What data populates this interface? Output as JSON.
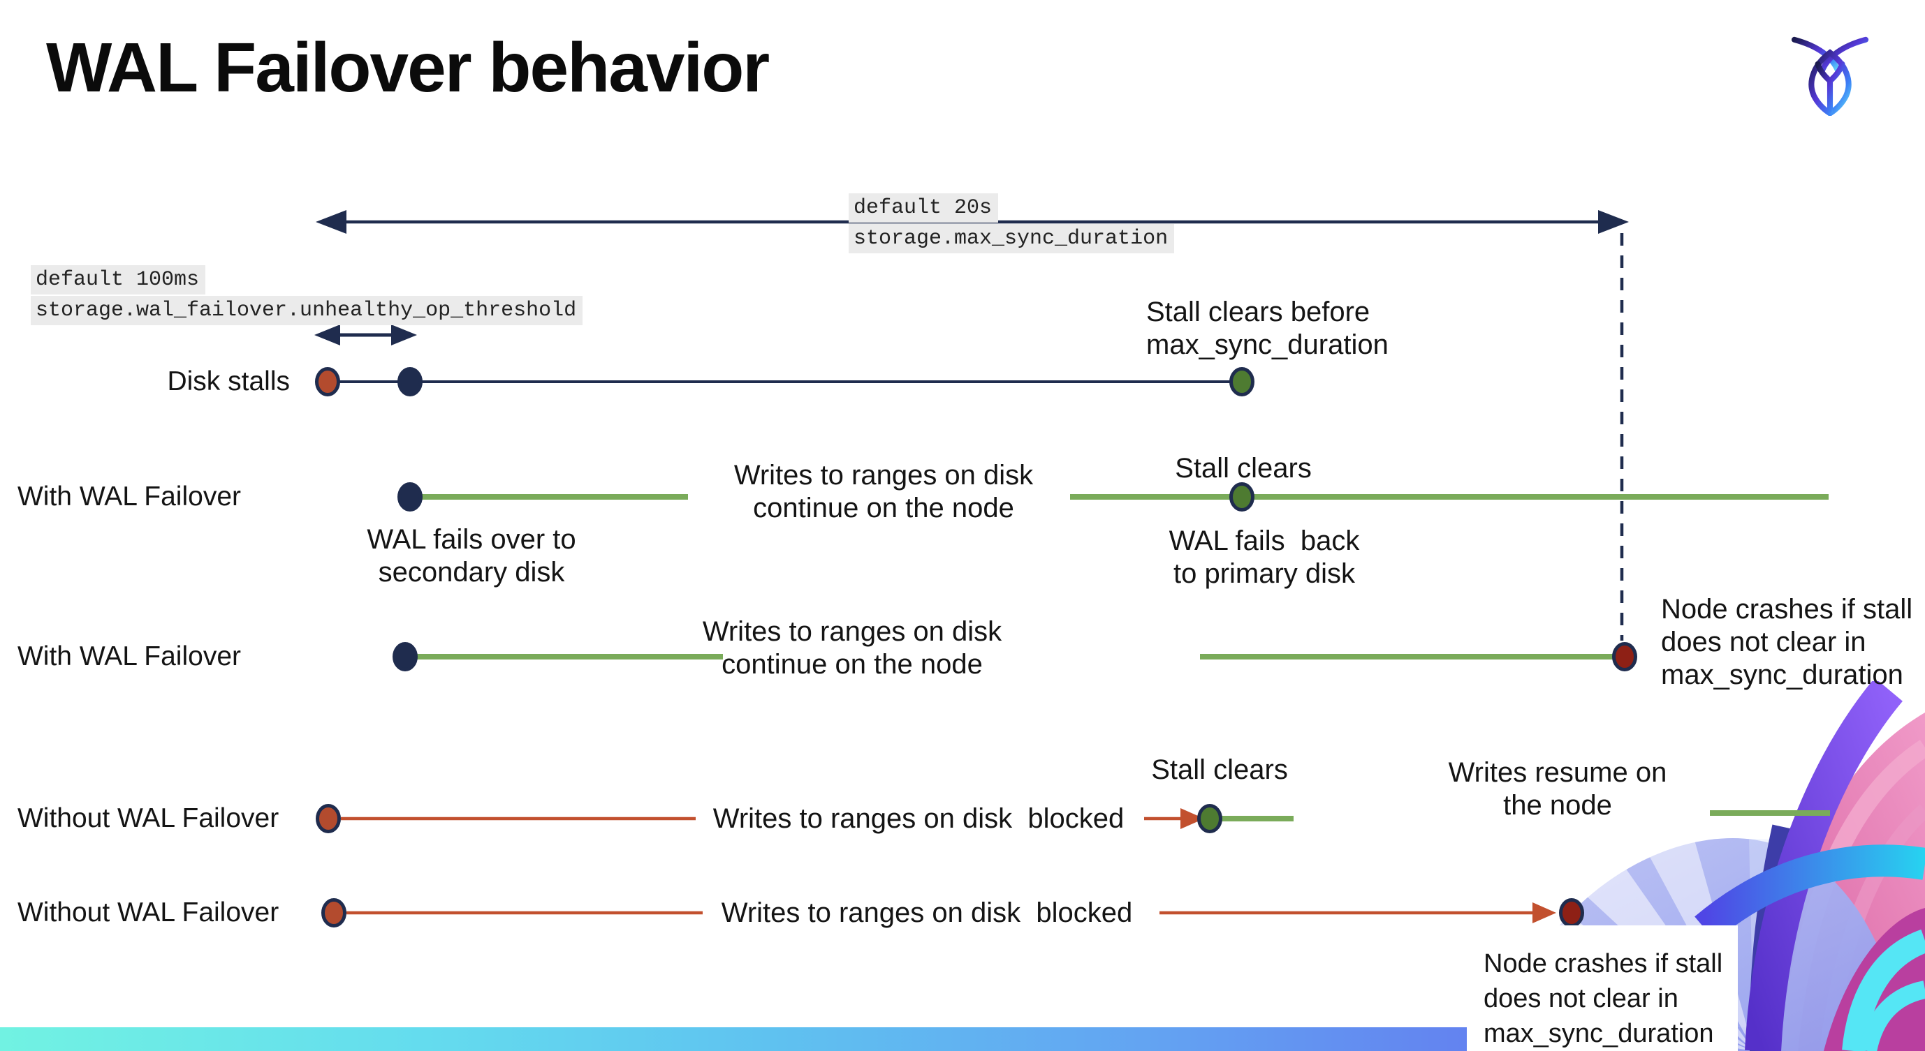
{
  "title": "WAL Failover behavior",
  "logo": {
    "name": "cockroachdb-logo"
  },
  "config_labels": {
    "max_sync_duration": {
      "line1": "default 20s",
      "line2": "storage.max_sync_duration"
    },
    "unhealthy_op_threshold": {
      "line1": "default 100ms",
      "line2": "storage.wal_failover.unhealthy_op_threshold"
    }
  },
  "rows": {
    "disk_stalls": {
      "label": "Disk stalls"
    },
    "with_wal_failover_1": {
      "label": "With WAL Failover"
    },
    "with_wal_failover_2": {
      "label": "With WAL Failover"
    },
    "without_wal_failover_1": {
      "label": "Without WAL Failover"
    },
    "without_wal_failover_2": {
      "label": "Without WAL Failover"
    }
  },
  "annotations": {
    "stall_clears_before": {
      "line1": "Stall clears before",
      "line2": "max_sync_duration"
    },
    "wal_fails_over": {
      "line1": "WAL fails over to",
      "line2": "secondary disk"
    },
    "writes_continue": {
      "line1": "Writes to ranges on disk",
      "line2": "continue on the node"
    },
    "stall_clears_with": "Stall clears",
    "wal_fails_back": {
      "line1": "WAL fails  back",
      "line2": "to primary disk"
    },
    "node_crashes": {
      "line1": "Node crashes if stall",
      "line2": "does not clear in",
      "line3": "max_sync_duration"
    },
    "writes_blocked": "Writes to ranges on disk  blocked",
    "stall_clears_without": "Stall clears",
    "writes_resume": {
      "line1": "Writes resume on",
      "line2": "the node"
    }
  },
  "colors": {
    "navy": "#1f2c4e",
    "green_line": "#7aab5a",
    "green_dot": "#4e7b31",
    "red_line": "#c2502e",
    "red_dot": "#b34b2e",
    "dark_red_dot": "#8e2015",
    "code_background": "#ebebeb",
    "bar_gradient_left": "#71f2e2",
    "bar_gradient_right": "#5a4ee6",
    "logo_gradient": [
      "#1a1a4e",
      "#5438d6",
      "#3b82f6",
      "#67e3f9"
    ],
    "artwork_palette": [
      "#ef8fc0",
      "#8b5cf6",
      "#3d3da8",
      "#27d3f0",
      "#b93f9f",
      "#a9b0ee"
    ]
  }
}
